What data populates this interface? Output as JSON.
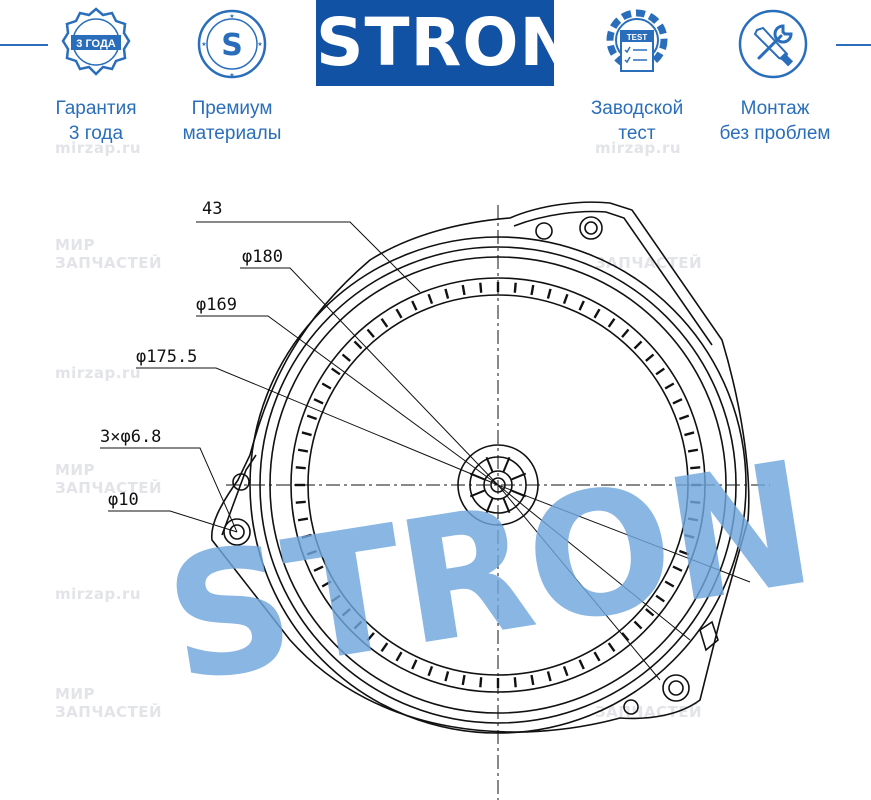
{
  "brand": {
    "name": "STRON",
    "color": "#1252a5",
    "accent": "#2a6ebb"
  },
  "badges": [
    {
      "icon": "warranty-badge-icon",
      "icon_text": "3 ГОДА",
      "line1": "Гарантия",
      "line2": "3 года"
    },
    {
      "icon": "premium-s-icon",
      "icon_text": "S",
      "line1": "Премиум",
      "line2": "материалы"
    },
    {
      "icon": "test-gear-icon",
      "icon_text": "TEST",
      "line1": "Заводской",
      "line2": "тест"
    },
    {
      "icon": "tools-icon",
      "icon_text": "",
      "line1": "Монтаж",
      "line2": "без проблем"
    }
  ],
  "dimensions": {
    "d43": "43",
    "d180": "φ180",
    "d169": "φ169",
    "d175": "φ175.5",
    "holes": "3×φ6.8",
    "d10": "φ10"
  },
  "watermarks": {
    "line1": "МИР",
    "line2": "ЗАПЧАСТЕЙ",
    "site": "mirzap.ru"
  },
  "overlay_text": "STRON"
}
